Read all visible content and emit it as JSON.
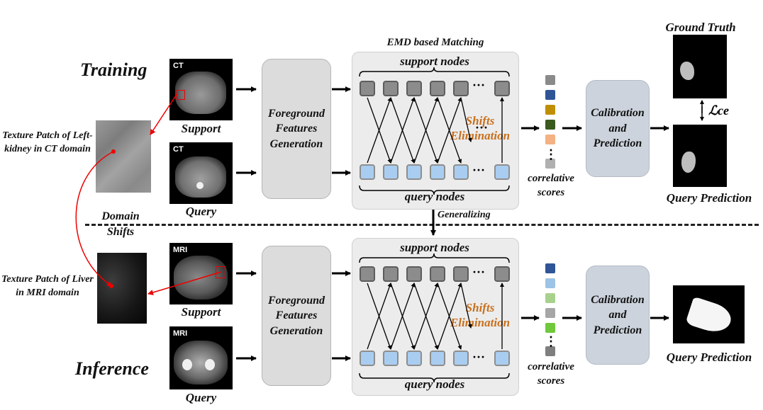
{
  "stages": {
    "training": "Training",
    "inference": "Inference"
  },
  "images": {
    "train_support_tag": "CT",
    "train_query_tag": "CT",
    "infer_support_tag": "MRI",
    "infer_query_tag": "MRI",
    "train_support_label": "Support",
    "train_query_label": "Query",
    "infer_support_label": "Support",
    "infer_query_label": "Query"
  },
  "patches": {
    "ct_label": "Texture Patch of Left-kidney in CT domain",
    "mri_label": "Texture Patch of Liver in MRI domain",
    "domain_shifts": "Domain Shifts"
  },
  "modules": {
    "foreground": "Foreground Features Generation",
    "calibration": "Calibration and Prediction",
    "emd_title": "EMD based Matching",
    "support_nodes": "support nodes",
    "query_nodes": "query nodes",
    "shifts_elimination": "Shifts Elimination",
    "correlative_scores": "correlative scores",
    "generalizing": "Generalizing",
    "ellipsis": "···",
    "vdots": "⋮"
  },
  "outputs": {
    "ground_truth": "Ground Truth",
    "loss": "ℒce",
    "train_query_prediction": "Query Prediction",
    "infer_query_prediction": "Query Prediction"
  },
  "colors": {
    "train_scores": [
      "#8a8a8a",
      "#2f5597",
      "#bf8f00",
      "#3a5a1e",
      "#f4b183",
      "#b0b0b0"
    ],
    "infer_scores": [
      "#2f5597",
      "#9dc3e6",
      "#a9d18e",
      "#a6a6a6",
      "#70c83a",
      "#7f7f7f"
    ],
    "shifts_text": "#c8701e",
    "query_node": "#a9cdf0",
    "support_node": "#8c8c8c"
  }
}
